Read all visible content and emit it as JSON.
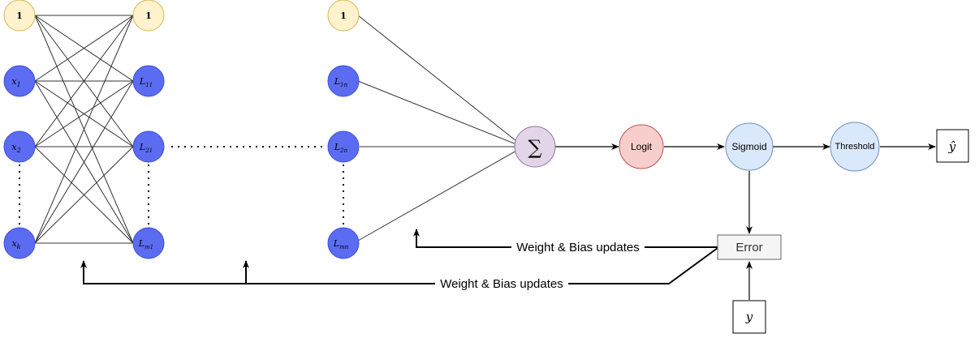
{
  "colors": {
    "bias_fill": "#fff2cc",
    "bias_stroke": "#d6b656",
    "neuron_fill": "#5b6cf2",
    "neuron_stroke": "#3d4fd6",
    "sum_fill": "#e1d5e7",
    "sum_stroke": "#9673a6",
    "logit_fill": "#f8cecc",
    "logit_stroke": "#b85450",
    "sig_fill": "#dae8fc",
    "sig_stroke": "#6c8ebf",
    "edge": "#333333"
  },
  "input_layer": {
    "bias": "1",
    "nodes": [
      {
        "base": "x",
        "sub": "1"
      },
      {
        "base": "x",
        "sub": "2"
      },
      {
        "base": "x",
        "sub": "k"
      }
    ]
  },
  "hidden_layer_1": {
    "bias": "1",
    "nodes": [
      {
        "base": "L",
        "sub": "11"
      },
      {
        "base": "L",
        "sub": "21"
      },
      {
        "base": "L",
        "sub": "m1"
      }
    ]
  },
  "hidden_layer_n": {
    "bias": "1",
    "nodes": [
      {
        "base": "L",
        "sub": "1n"
      },
      {
        "base": "L",
        "sub": "2n"
      },
      {
        "base": "L",
        "sub": "mn"
      }
    ]
  },
  "pipeline": {
    "sum_symbol": "∑",
    "logit": "Logit",
    "sigmoid": "Sigmoid",
    "threshold": "Threshold",
    "output": "ŷ"
  },
  "error_box": "Error",
  "target_label": "y",
  "feedback": {
    "upper": "Weight & Bias updates",
    "lower": "Weight & Bias updates"
  }
}
